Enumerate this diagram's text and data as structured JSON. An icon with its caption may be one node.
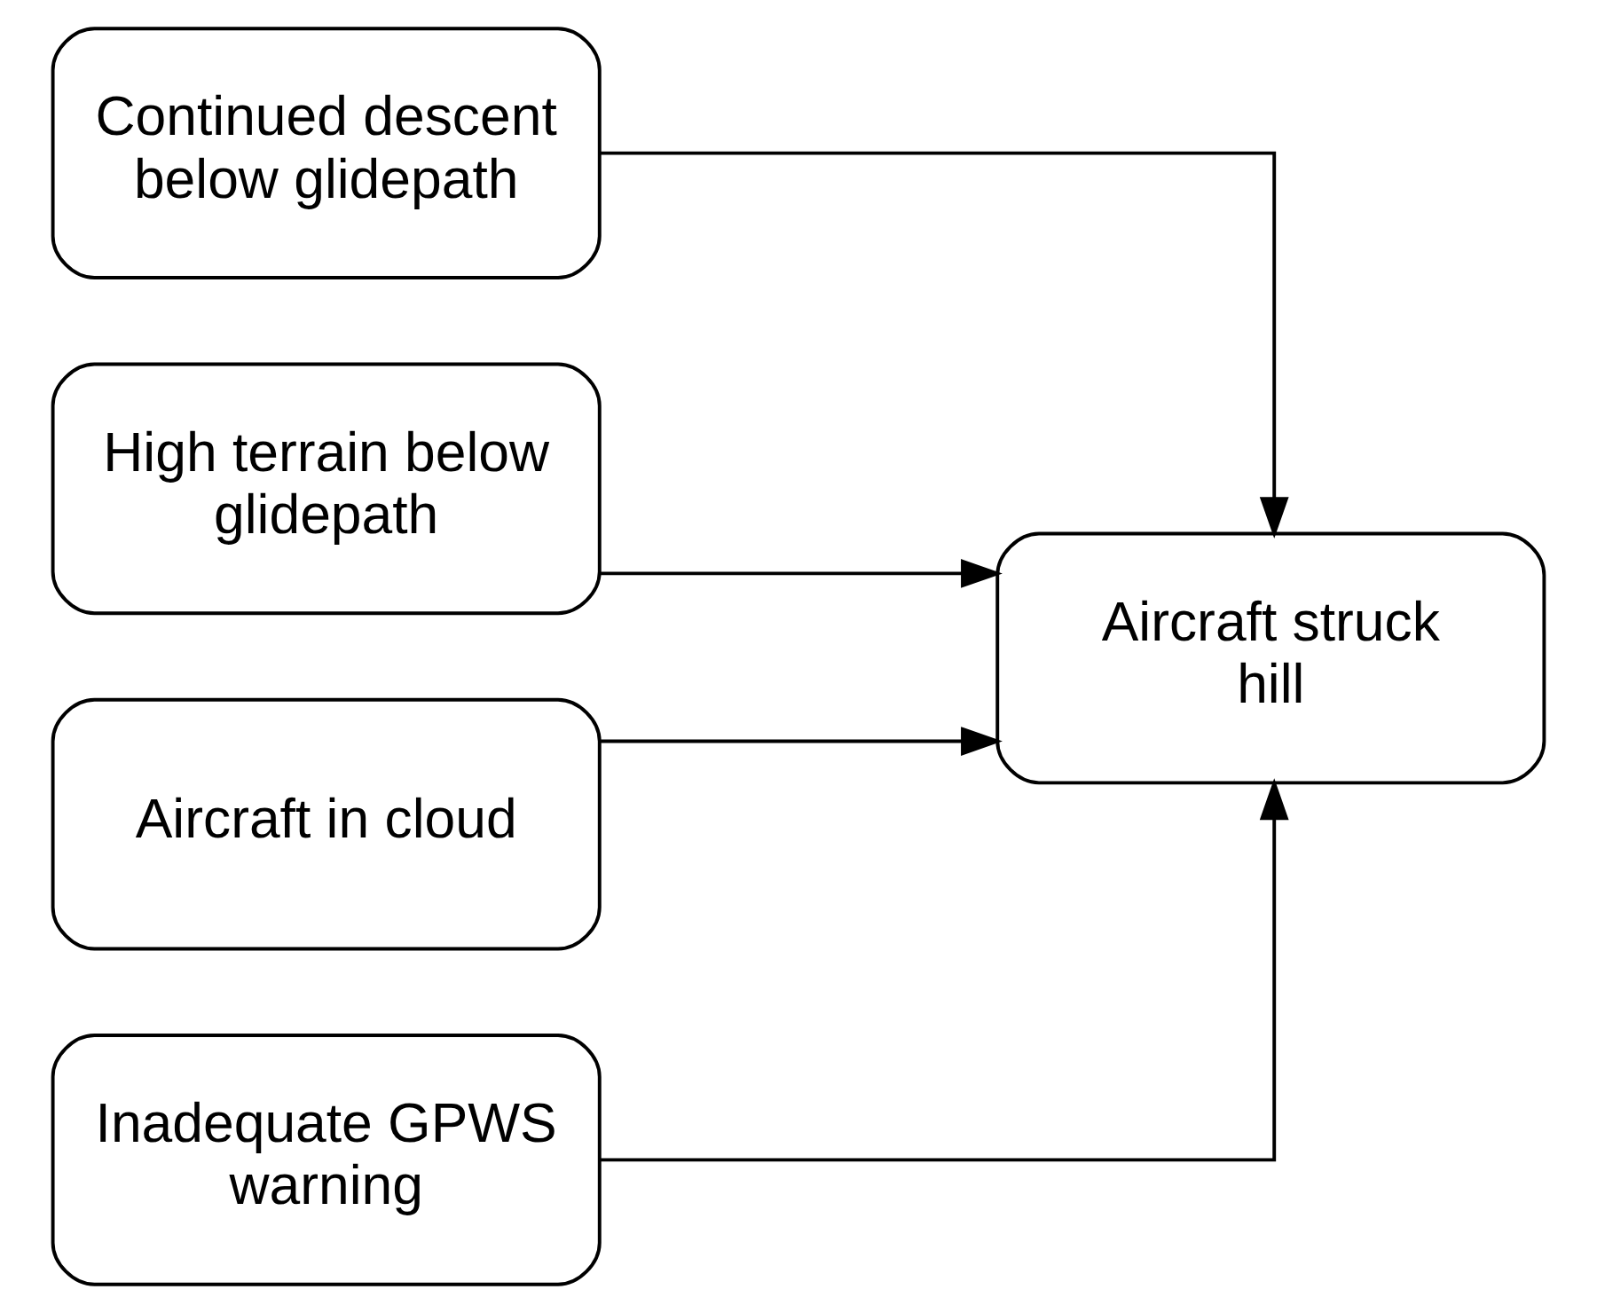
{
  "diagram": {
    "nodes": [
      {
        "text": [
          "Continued descent below glidepath"
        ]
      },
      {
        "text": [
          "High terrain below glidepath"
        ]
      },
      {
        "text": [
          "Aircraft in cloud"
        ]
      },
      {
        "text": [
          "Inadequate GPWS warning"
        ]
      },
      {
        "text": [
          "Aircraft struck hill"
        ]
      }
    ],
    "edges": [
      {
        "from": 0,
        "to": 4,
        "arrow": "to"
      },
      {
        "from": 1,
        "to": 4,
        "arrow": "to"
      },
      {
        "from": 2,
        "to": 4,
        "arrow": "to"
      },
      {
        "from": 3,
        "to": 4,
        "arrow": "to"
      }
    ]
  }
}
